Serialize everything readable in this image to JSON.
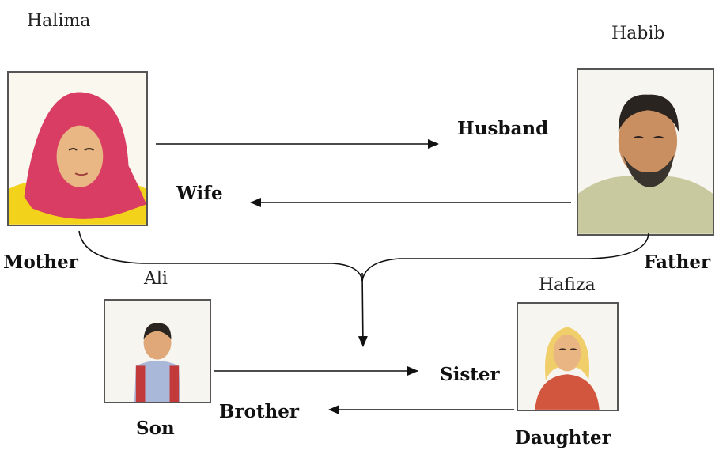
{
  "people": {
    "halima": {
      "name": "Halima",
      "role": "Mother"
    },
    "habib": {
      "name": "Habib",
      "role": "Father"
    },
    "ali": {
      "name": "Ali",
      "role": "Son"
    },
    "hafiza": {
      "name": "Hafiza",
      "role": "Daughter"
    }
  },
  "relations": {
    "husband": "Husband",
    "wife": "Wife",
    "sister": "Sister",
    "brother": "Brother"
  },
  "icons": {
    "halima": "woman-in-red-headscarf-portrait",
    "habib": "bearded-man-portrait",
    "ali": "boy-portrait",
    "hafiza": "girl-portrait"
  }
}
